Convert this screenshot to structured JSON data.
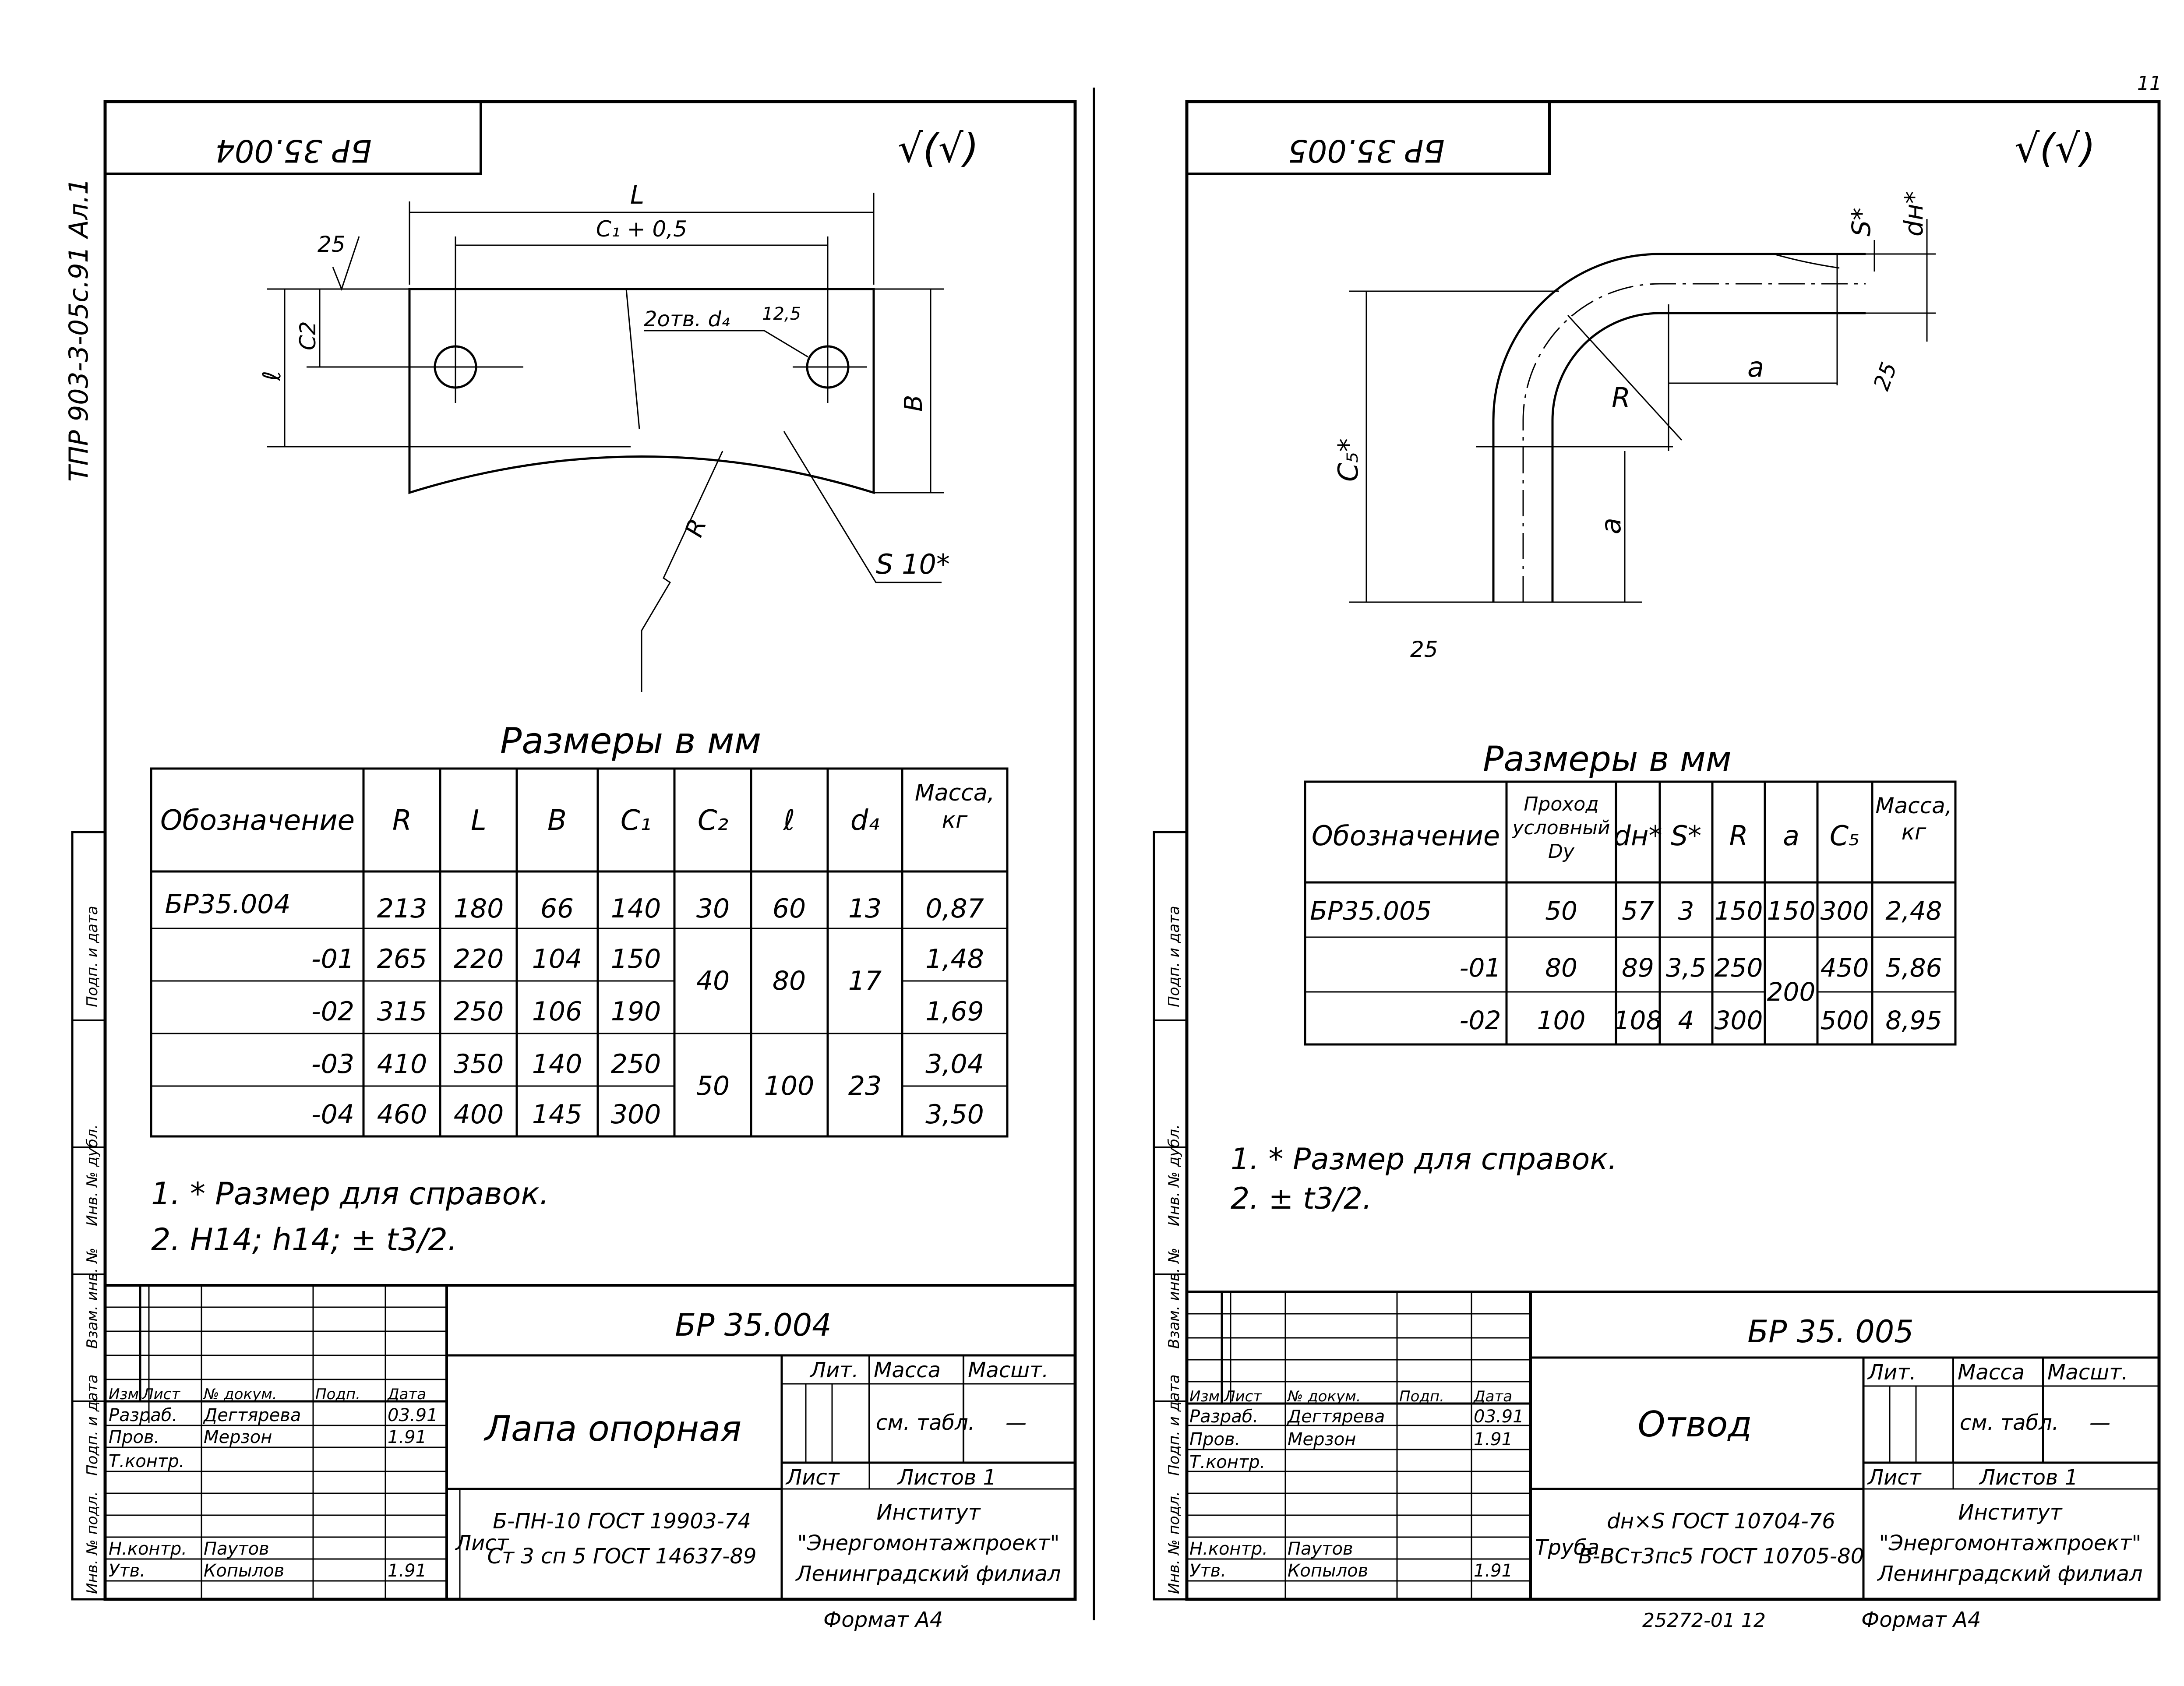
{
  "page": {
    "side_code": "ТПР 903-3-05с.91 Ал.1",
    "page_number": "11",
    "archive_number": "25272-01 12",
    "stamp_columns": [
      "Инв. № подл.",
      "Подп. и дата",
      "Взам. инв. №",
      "Инв. № дубл.",
      "Подп. и дата"
    ]
  },
  "sheet1": {
    "top_code": "БР 35.004",
    "roughness": "√(√)",
    "dims": {
      "L": "L",
      "c1": "C₁ + 0,5",
      "c2": "C2",
      "l": "ℓ",
      "holes": "2отв. d₄",
      "ra_hole": "12,5",
      "B": "B",
      "R": "R",
      "S": "S 10*",
      "ra": "25"
    },
    "sizes_caption": "Размеры в мм",
    "table": {
      "headers": [
        "Обозначение",
        "R",
        "L",
        "B",
        "C₁",
        "C₂",
        "ℓ",
        "d₄",
        "Масса, кг"
      ],
      "rows": [
        [
          "БР35.004",
          "213",
          "180",
          "66",
          "140",
          "30",
          "60",
          "13",
          "0,87"
        ],
        [
          "-01",
          "265",
          "220",
          "104",
          "150",
          "",
          "",
          "",
          "1,48"
        ],
        [
          "-02",
          "315",
          "250",
          "106",
          "190",
          "",
          "",
          "",
          "1,69"
        ],
        [
          "-03",
          "410",
          "350",
          "140",
          "250",
          "",
          "",
          "",
          "3,04"
        ],
        [
          "-04",
          "460",
          "400",
          "145",
          "300",
          "",
          "",
          "",
          "3,50"
        ]
      ],
      "merged": {
        "c2_a": "40",
        "l_a": "80",
        "d4_a": "17",
        "c2_b": "50",
        "l_b": "100",
        "d4_b": "23"
      }
    },
    "notes": [
      "1. * Размер для справок.",
      "2. H14; h14; ± t3/2."
    ],
    "titleblock": {
      "code": "БР 35.004",
      "name": "Лапа опорная",
      "roles": [
        "Изм.",
        "Лист",
        "№ докум.",
        "Подп.",
        "Дата"
      ],
      "people": [
        {
          "role": "Разраб.",
          "name": "Дегтярева",
          "date": "03.91"
        },
        {
          "role": "Пров.",
          "name": "Мерзон",
          "date": "1.91"
        },
        {
          "role": "Т.контр.",
          "name": "",
          "date": ""
        },
        {
          "role": "Н.контр.",
          "name": "Паутов",
          "date": ""
        },
        {
          "role": "Утв.",
          "name": "Копылов",
          "date": "1.91"
        }
      ],
      "lit": "Лит.",
      "mass": "Масса",
      "scale": "Масшт.",
      "mass_value": "см. табл.",
      "scale_value": "—",
      "sheet": "Лист",
      "sheets": "Листов 1",
      "material_label": "Лист",
      "material_1": "Б-ПН-10 ГОСТ 19903-74",
      "material_2": "Ст 3 сп 5 ГОСТ 14637-89",
      "org_1": "Институт",
      "org_2": "\"Энергомонтажпроект\"",
      "org_3": "Ленинградский филиал",
      "format": "Формат А4"
    }
  },
  "sheet2": {
    "top_code": "БР 35.005",
    "roughness": "√(√)",
    "dims": {
      "s": "S*",
      "dn": "dн*",
      "a": "a",
      "R": "R",
      "c5": "C₅*",
      "ra": "25"
    },
    "sizes_caption": "Размеры в мм",
    "table": {
      "headers": [
        "Обозначение",
        "Проход условный Dy",
        "dн*",
        "S*",
        "R",
        "a",
        "C₅",
        "Масса, кг"
      ],
      "rows": [
        [
          "БР35.005",
          "50",
          "57",
          "3",
          "150",
          "150",
          "300",
          "2,48"
        ],
        [
          "-01",
          "80",
          "89",
          "3,5",
          "250",
          "",
          "450",
          "5,86"
        ],
        [
          "-02",
          "100",
          "108",
          "4",
          "300",
          "",
          "500",
          "8,95"
        ]
      ],
      "merged_a": "200"
    },
    "notes": [
      "1. * Размер для справок.",
      "2. ± t3/2."
    ],
    "titleblock": {
      "code": "БР 35. 005",
      "name": "Отвод",
      "roles": [
        "Изм.",
        "Лист",
        "№ докум.",
        "Подп.",
        "Дата"
      ],
      "people": [
        {
          "role": "Разраб.",
          "name": "Дегтярева",
          "date": "03.91"
        },
        {
          "role": "Пров.",
          "name": "Мерзон",
          "date": "1.91"
        },
        {
          "role": "Т.контр.",
          "name": "",
          "date": ""
        },
        {
          "role": "Н.контр.",
          "name": "Паутов",
          "date": ""
        },
        {
          "role": "Утв.",
          "name": "Копылов",
          "date": "1.91"
        }
      ],
      "lit": "Лит.",
      "mass": "Масса",
      "scale": "Масшт.",
      "mass_value": "см. табл.",
      "scale_value": "—",
      "sheet": "Лист",
      "sheets": "Листов 1",
      "material_label": "Труба",
      "material_1": "dн×S ГОСТ 10704-76",
      "material_2": "В-ВСт3пс5 ГОСТ 10705-80",
      "org_1": "Институт",
      "org_2": "\"Энергомонтажпроект\"",
      "org_3": "Ленинградский филиал",
      "format": "Формат А4"
    }
  }
}
